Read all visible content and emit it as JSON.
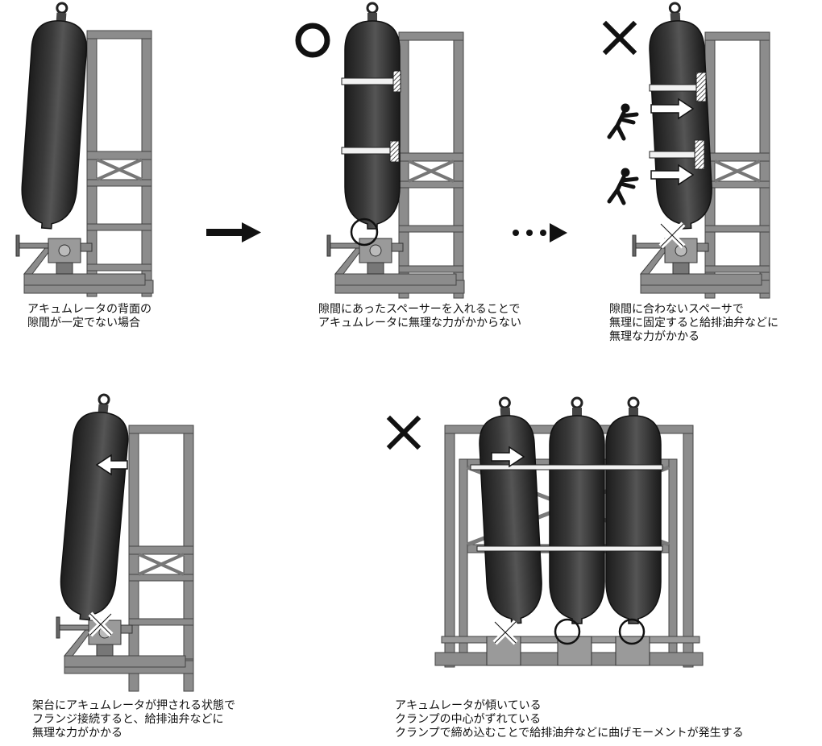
{
  "marks": {
    "good_symbol": "○",
    "bad_symbol": "✕",
    "flow_arrow": "solid-right-arrow",
    "dots_arrow": "dotted-right-arrow"
  },
  "captions": {
    "case1": [
      "アキュムレータの背面の",
      "隙間が一定でない場合"
    ],
    "case2": [
      "隙間にあったスペーサーを入れることで",
      "アキュムレータに無理な力がかからない"
    ],
    "case3": [
      "隙間に合わないスペーサで",
      "無理に固定すると給排油弁などに",
      "無理な力がかかる"
    ],
    "case4": [
      "架台にアキュムレータが押される状態で",
      "フランジ接続すると、給排油弁などに",
      "無理な力がかかる"
    ],
    "case5": [
      "アキュムレータが傾いている",
      "クランプの中心がずれている",
      "クランプで締め込むことで給排油弁などに曲げモーメントが発生する"
    ]
  },
  "colors": {
    "vessel": "#2b2b2b",
    "frame": "#8c8c8c",
    "frame_dark": "#6e6e6e",
    "ink": "#111111"
  }
}
